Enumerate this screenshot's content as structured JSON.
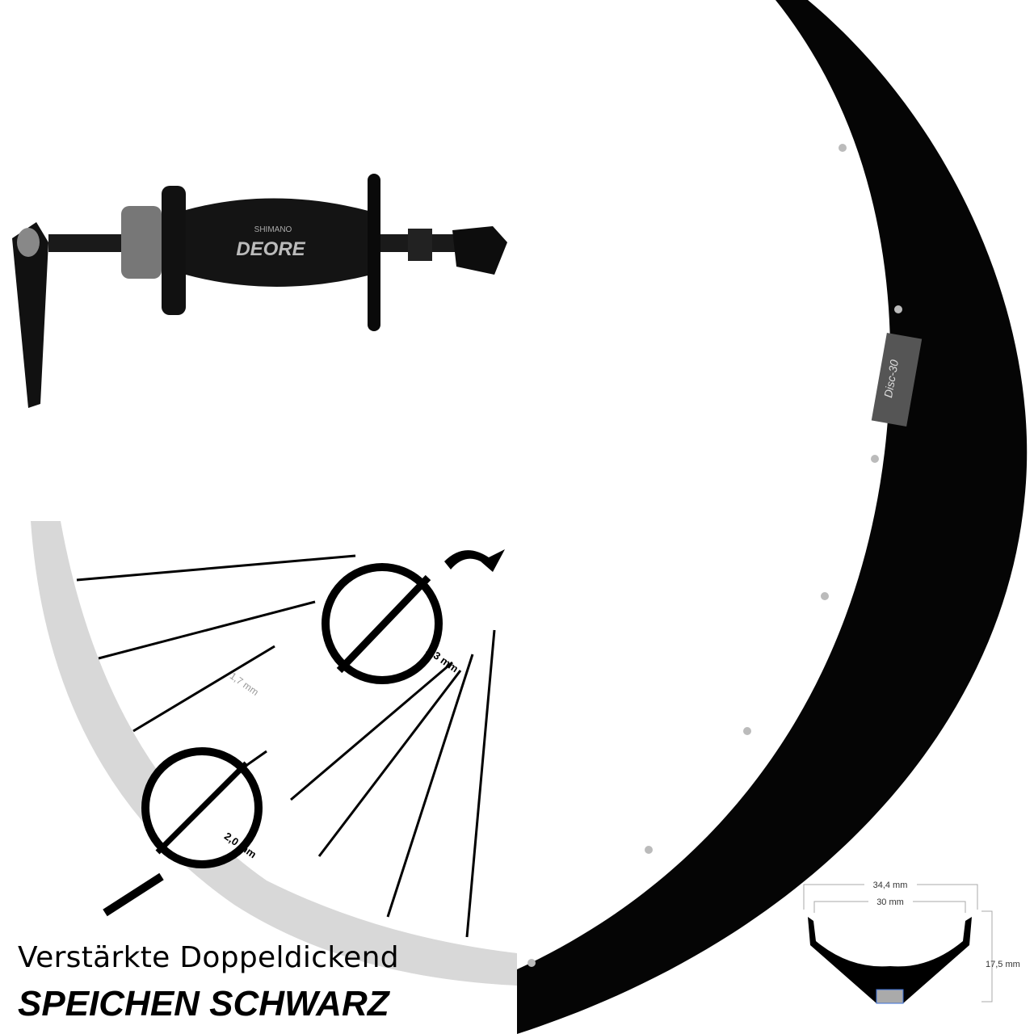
{
  "hub": {
    "brand": "SHIMANO",
    "model": "DEORE"
  },
  "rim": {
    "sticker": "Disc-30",
    "color": "#000000"
  },
  "spokes": {
    "diameter_center": "1,7 mm",
    "diameter_top": "2,3 mm",
    "diameter_bottom": "2,0 mm"
  },
  "profile": {
    "outer_width": "34,4 mm",
    "inner_width": "30 mm",
    "height": "17,5 mm"
  },
  "caption": {
    "line1": "Verstärkte Doppeldickend",
    "line2": "SPEICHEN SCHWARZ"
  }
}
